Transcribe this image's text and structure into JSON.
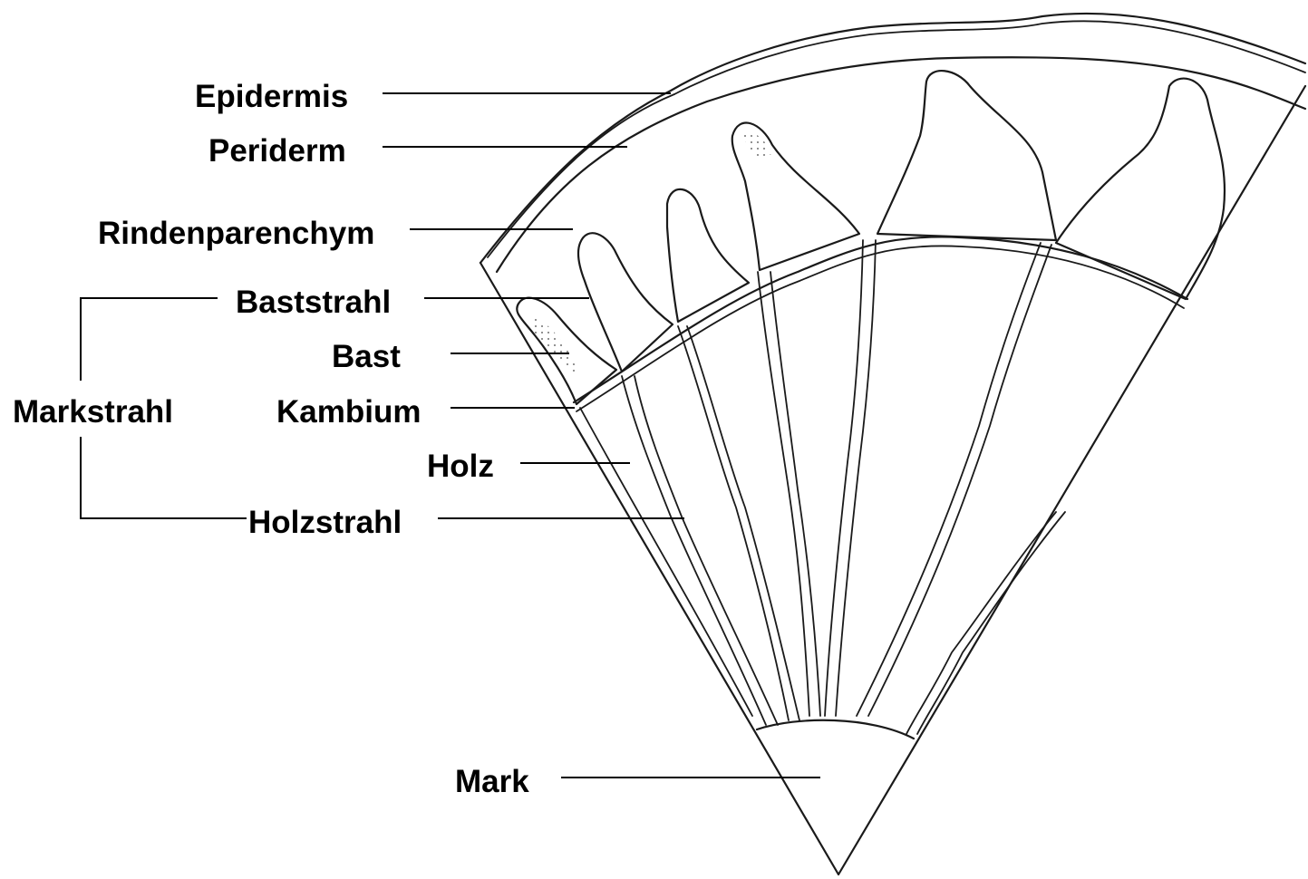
{
  "labels": {
    "epidermis": "Epidermis",
    "periderm": "Periderm",
    "rindenparenchym": "Rindenparenchym",
    "baststrahl": "Baststrahl",
    "bast": "Bast",
    "markstrahl": "Markstrahl",
    "kambium": "Kambium",
    "holz": "Holz",
    "holzstrahl": "Holzstrahl",
    "mark": "Mark"
  },
  "colors": {
    "ink": "#000000",
    "background": "#ffffff"
  }
}
